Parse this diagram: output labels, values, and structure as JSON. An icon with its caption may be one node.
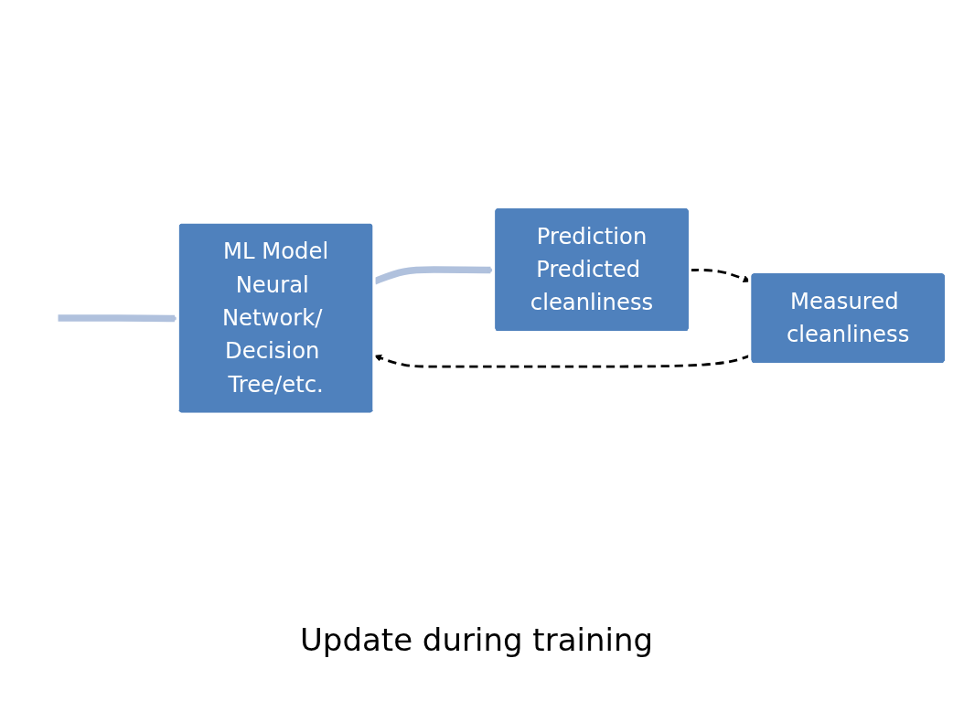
{
  "diagram": {
    "nodes": [
      {
        "text": [
          "ML Model",
          "Neural Network/ Decision Tree/etc."
        ]
      },
      {
        "text": [
          "Prediction",
          "Predicted cleanliness"
        ]
      },
      {
        "text": [
          "Measured cleanliness"
        ]
      }
    ],
    "edges": [
      {
        "from": null,
        "to": 0,
        "arrow": "to",
        "style": "thick",
        "color": "#b0c1dd"
      },
      {
        "from": 0,
        "to": 1,
        "arrow": "to",
        "style": "thick",
        "color": "#b0c1dd"
      },
      {
        "from": 1,
        "to": 2,
        "arrow": "to",
        "style": "dashed",
        "color": "#000000"
      },
      {
        "from": 2,
        "to": 0,
        "arrow": "to",
        "style": "dashed",
        "color": "#000000"
      }
    ],
    "labels": [
      "Update during training"
    ]
  }
}
